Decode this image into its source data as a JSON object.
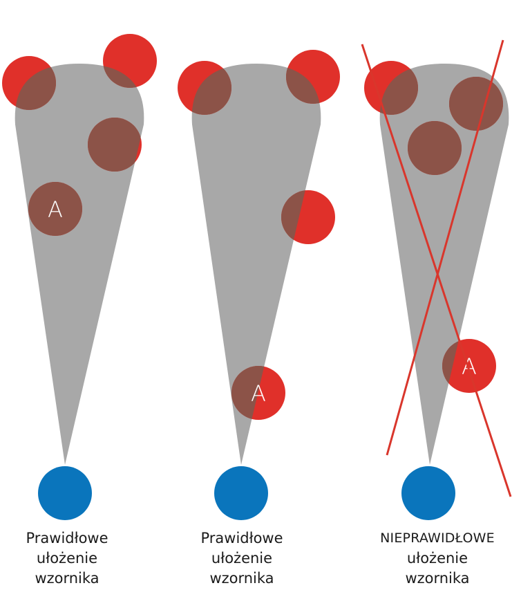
{
  "colors": {
    "cone": "#a8a8a8",
    "stimulus": "#e0302a",
    "overlap": "#8c5348",
    "eye": "#0a75bc",
    "cross": "#d9362c"
  },
  "panels": [
    {
      "id": "correct-1",
      "caption": [
        "Prawidłowe",
        "ułożenie",
        "wzornika"
      ],
      "marker_letter": "A"
    },
    {
      "id": "correct-2",
      "caption": [
        "Prawidłowe",
        "ułożenie",
        "wzornika"
      ],
      "marker_letter": "A"
    },
    {
      "id": "incorrect",
      "caption": [
        "NIEPRAWIDŁOWE",
        "ułożenie",
        "wzornika"
      ],
      "marker_letter": "A"
    }
  ]
}
